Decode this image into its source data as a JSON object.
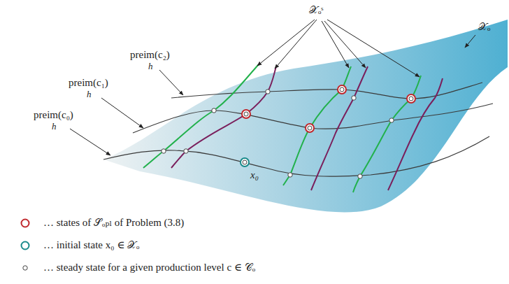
{
  "diagram": {
    "labels": [
      "𝒳ₒˢ",
      "𝒳ₒ",
      "preim(c₂)",
      "h",
      "preim(c₁)",
      "h",
      "preim(c₀)",
      "h",
      "x₀"
    ],
    "legend": [
      {
        "text": "… states of 𝒮ₒₚₗ of Problem (3.8)"
      },
      {
        "text": "… initial state x₀ ∈ 𝒳ₒ"
      },
      {
        "text": "… steady state for a given production level c ∈ 𝒞ₒ"
      }
    ]
  }
}
